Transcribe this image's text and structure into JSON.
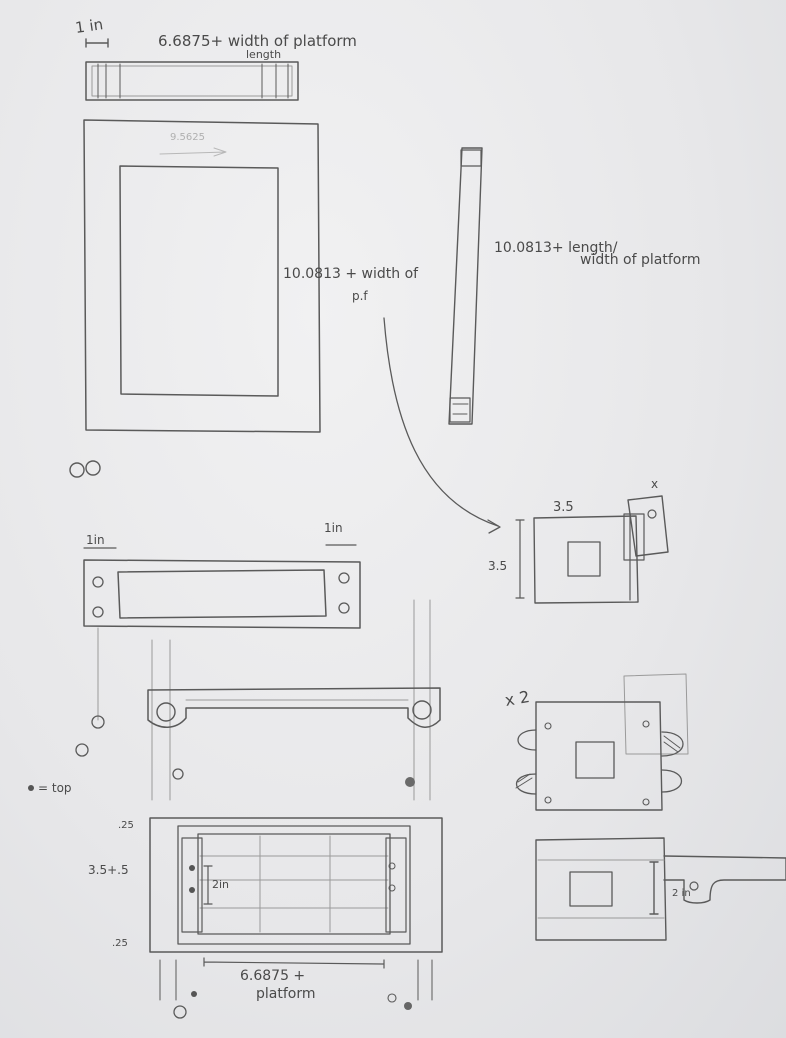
{
  "labels": {
    "top_one_in": "1 in",
    "top_length": "6.6875+ width of platform",
    "top_length_sub": "length",
    "panel_faint": "9.5625",
    "panel_side": "10.0813 + width of",
    "panel_side_2": "p.f",
    "strip_label_1": "10.0813+ length/",
    "strip_label_2": "width of platform",
    "mid_left_one_in": "1in",
    "mid_right_one_in": "1in",
    "sq_top": "3.5",
    "sq_left": "3.5",
    "x_mark": "x",
    "times_two": "x 2",
    "legend_top": "= top",
    "dim_top": ".25",
    "dim_middle": "3.5+.5",
    "dim_bottom": ".25",
    "two_in": "2in",
    "two_in_right": "2 in",
    "bottom_dim_1": "6.6875 +",
    "bottom_dim_2": "platform"
  }
}
